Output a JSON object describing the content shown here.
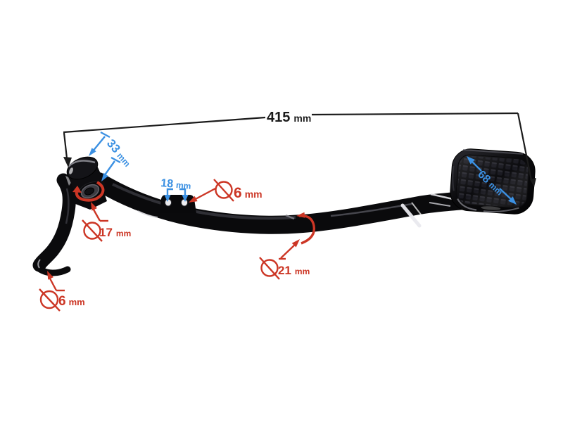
{
  "colors": {
    "background": "#ffffff",
    "dimension_black": "#1b1b1b",
    "annotation_blue": "#3b90e2",
    "annotation_red": "#cc3625",
    "part_black": "#0a0a0c"
  },
  "annotations": {
    "overall_length": {
      "value": "415",
      "unit": "mm"
    },
    "pivot_boss_length": {
      "value": "33",
      "unit": "mm"
    },
    "bracket_hole_spacing": {
      "value": "18",
      "unit": "mm"
    },
    "bracket_hole_diameter": {
      "value": "6",
      "unit": "mm"
    },
    "pivot_bore_diameter": {
      "value": "17",
      "unit": "mm"
    },
    "lever_tube_diameter": {
      "value": "21",
      "unit": "mm"
    },
    "stop_tab_diameter": {
      "value": "6",
      "unit": "mm"
    },
    "pedal_pad_width": {
      "value": "68",
      "unit": "mm"
    }
  }
}
